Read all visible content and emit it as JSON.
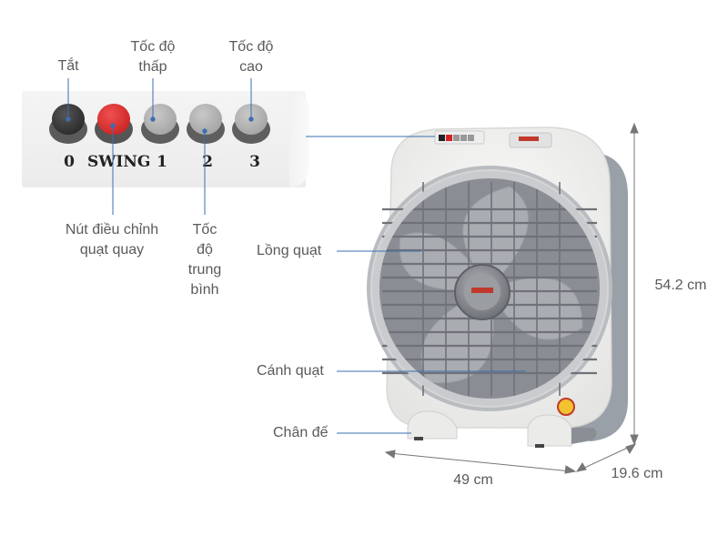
{
  "panel": {
    "buttons": [
      {
        "label": "0",
        "color": "#2a2a2a",
        "base": "#5a5a5a"
      },
      {
        "label": "SWING",
        "color": "#d42222",
        "base": "#555555"
      },
      {
        "label": "1",
        "color": "#a8a8a8",
        "base": "#5e5e5e"
      },
      {
        "label": "2",
        "color": "#a8a8a8",
        "base": "#5e5e5e"
      },
      {
        "label": "3",
        "color": "#a8a8a8",
        "base": "#5e5e5e"
      }
    ]
  },
  "callouts": {
    "off": "Tắt",
    "low_speed": [
      "Tốc độ",
      "thấp"
    ],
    "high_speed": [
      "Tốc độ",
      "cao"
    ],
    "swing_button": [
      "Nút điều chỉnh",
      "quạt quay"
    ],
    "medium_speed": [
      "Tốc",
      "độ",
      "trung",
      "bình"
    ],
    "cage": "Lồng quạt",
    "blade": "Cánh quạt",
    "base": "Chân đế"
  },
  "dimensions": {
    "height": "54.2 cm",
    "width": "49 cm",
    "depth": "19.6 cm"
  },
  "fan": {
    "body_color": "#f2f2f0",
    "grill_color": "#7d7f84",
    "accent_color": "#8c9096",
    "leader_color": "#3a6fb0"
  }
}
